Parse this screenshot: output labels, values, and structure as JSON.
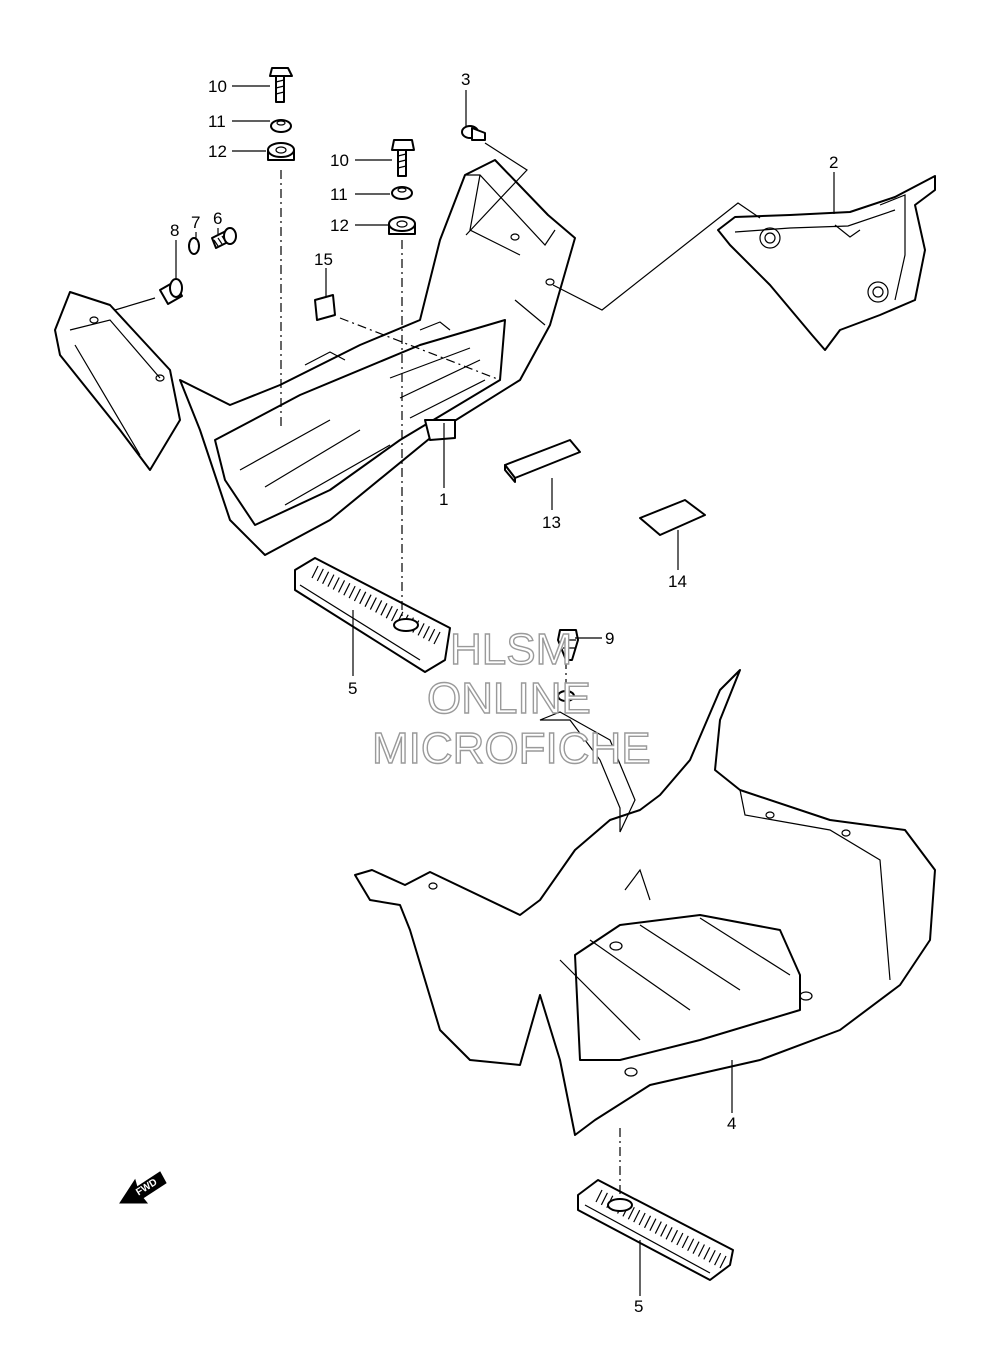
{
  "callouts": {
    "c10a": "10",
    "c11a": "11",
    "c12a": "12",
    "c10b": "10",
    "c11b": "11",
    "c12b": "12",
    "c8": "8",
    "c7": "7",
    "c6": "6",
    "c3": "3",
    "c2": "2",
    "c15": "15",
    "c1": "1",
    "c13": "13",
    "c14": "14",
    "c5a": "5",
    "c9": "9",
    "c4": "4",
    "c5b": "5"
  },
  "watermark": {
    "line1": "HLSM",
    "line2": "ONLINE",
    "line3": "MICROFICHE"
  },
  "fwd_label": "FWD"
}
